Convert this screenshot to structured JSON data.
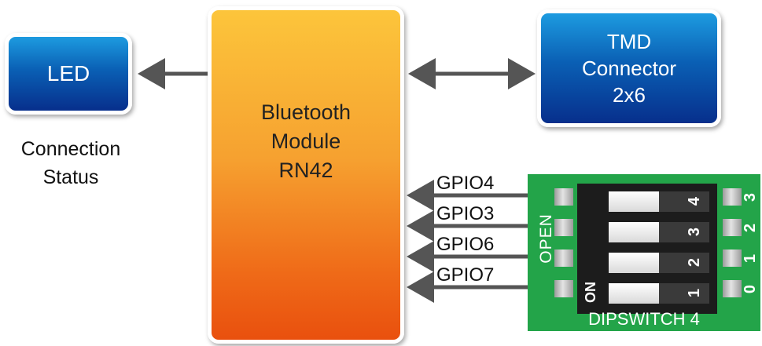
{
  "blocks": {
    "led": "LED",
    "bluetooth": [
      "Bluetooth",
      "Module",
      "RN42"
    ],
    "tmd": [
      "TMD",
      "Connector",
      "2x6"
    ]
  },
  "connection_status": [
    "Connection",
    "Status"
  ],
  "gpio_lines": [
    "GPIO4",
    "GPIO3",
    "GPIO6",
    "GPIO7"
  ],
  "dipswitch": {
    "label": "DIPSWITCH 4",
    "open_label": "OPEN",
    "on_label": "ON",
    "switch_numbers": [
      "4",
      "3",
      "2",
      "1"
    ],
    "side_numbers": [
      "3",
      "2",
      "1",
      "0"
    ]
  },
  "colors": {
    "blue_block": "#0a5fb4",
    "orange_block": "#f6a130",
    "pcb_green": "#23a449",
    "arrow_gray": "#555555"
  }
}
